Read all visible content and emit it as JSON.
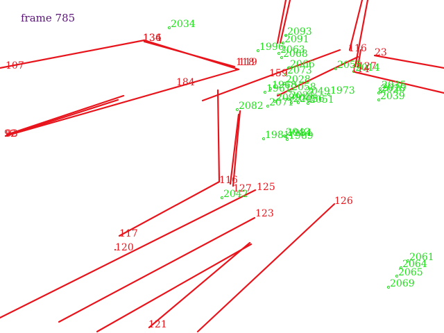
{
  "frame_label": "frame 785",
  "colors": {
    "edge": "#e8141c",
    "edge_label": "#e8141c",
    "point": "#22e01e",
    "point_label": "#22e01e",
    "frame_label": "#5a1478",
    "background": "#ffffff"
  },
  "edge_labels": [
    "125",
    "126",
    "123",
    "121",
    "120",
    "117",
    "116",
    "127",
    "184",
    "134",
    "136",
    "107",
    "119",
    "118",
    "116",
    "23",
    "114",
    "127",
    "159",
    "92",
    "93"
  ],
  "point_labels": [
    "2034",
    "2093",
    "2091",
    "1996",
    "2063",
    "2068",
    "2066",
    "2073",
    "1961",
    "1968",
    "2058",
    "2028",
    "2021",
    "2047",
    "2071",
    "2099",
    "2056",
    "2051",
    "2082",
    "2042",
    "2043",
    "1973",
    "1981",
    "1984",
    "1989",
    "2061",
    "2064",
    "2065",
    "2069",
    "2035",
    "2019",
    "2026",
    "2039",
    "2049",
    "2055",
    "2014"
  ]
}
